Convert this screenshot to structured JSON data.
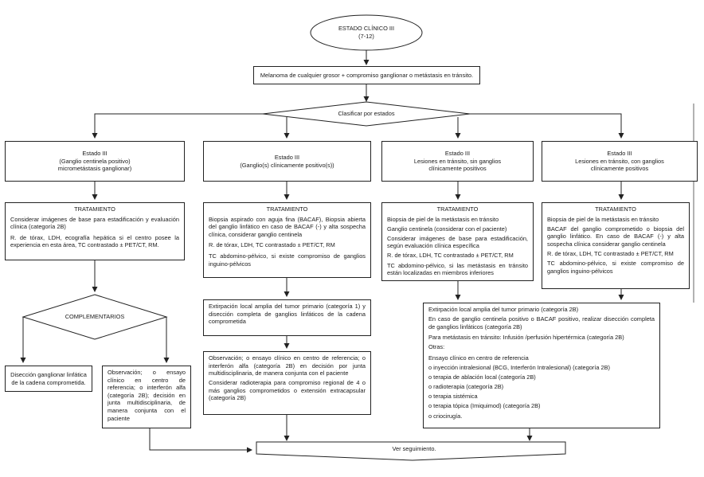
{
  "start": {
    "line1": "ESTADO CLÍNICO III",
    "line2": "(7-12)"
  },
  "melanoma": "Melanoma de cualquier grosor + compromiso ganglionar o metástasis en tránsito.",
  "classify": "Clasificar por estados",
  "stages": [
    {
      "title": "Estado III",
      "lines": [
        "(Ganglio centinela positivo)",
        "micrometástasis ganglionar)"
      ]
    },
    {
      "title": "Estado III",
      "lines": [
        "(Ganglio(s) clínicamente positivo(s))"
      ]
    },
    {
      "title": "Estado III",
      "lines": [
        "Lesiones en tránsito, sin ganglios",
        "clínicamente positivos"
      ]
    },
    {
      "title": "Estado III",
      "lines": [
        "Lesiones en tránsito, con ganglios",
        "clínicamente positivos"
      ]
    }
  ],
  "treatments": [
    {
      "title": "TRATAMIENTO",
      "paras": [
        "Considerar imágenes de base para estadificación y evaluación clínica (categoría 2B)",
        "R. de tórax, LDH, ecografía hepática si el centro posee la experiencia en esta área, TC contrastado ± PET/CT, RM."
      ]
    },
    {
      "title": "TRATAMIENTO",
      "paras": [
        "Biopsia aspirado con aguja fina (BACAF), Biopsia abierta del ganglio linfático en caso de BACAF (-) y alta sospecha clínica, considerar ganglio centinela",
        "R. de tórax, LDH, TC contrastado ± PET/CT, RM",
        "TC abdomino-pélvico, si existe compromiso de ganglios inguino-pélvicos"
      ]
    },
    {
      "title": "TRATAMIENTO",
      "paras": [
        "Biopsia de piel de la metástasis en tránsito",
        "Ganglio centinela (considerar con el paciente)",
        "Considerar imágenes de base para estadificación, según evaluación clínica específica",
        "R. de tórax, LDH, TC contrastado ± PET/CT, RM",
        "TC abdomino-pélvico, si las metástasis en tránsito están localizadas en miembros inferiores"
      ]
    },
    {
      "title": "TRATAMIENTO",
      "paras": [
        "Biopsia de piel de la metástasis en tránsito",
        "BACAF del ganglio comprometido o biopsia del ganglio linfático. En caso de BACAF (-) y alta sospecha clínica considerar ganglio centinela",
        "R. de tórax, LDH, TC contrastado ± PET/CT, RM",
        "TC abdomino-pélvico, si existe compromiso de ganglios inguino-pélvicos"
      ]
    }
  ],
  "complementarios": "COMPLEMENTARIOS",
  "diseccion": "Disección ganglionar linfática de la cadena comprometida.",
  "observacion_left": "Observación; o ensayo clínico en centro de referencia; o interferón alfa (categoría 2B); decisión en junta multidisciplinaria, de manera conjunta con el paciente",
  "extirpacion_mid": "Extirpación local amplia del tumor primario (categoría 1) y disección completa de ganglios linfáticos de la cadena comprometida",
  "observacion_mid": [
    "Observación; o ensayo clínico en centro de referencia; o interferón alfa (categoría 2B) en decisión por junta multidisciplinaria, de manera conjunta con el paciente",
    "Considerar radioterapia para compromiso regional de 4 o más ganglios comprometidos o extensión extracapsular (categoría 2B)"
  ],
  "right_box": {
    "paras": [
      "Extirpación local amplia del tumor primario (categoría 2B)",
      "En caso de ganglio centinela positivo o BACAF positivo, realizar disección completa de ganglios linfáticos (categoría 2B)",
      "Para metástasis en tránsito: Infusión /perfusión hipertérmica (categoría 2B)",
      "Otras:"
    ],
    "options": [
      "Ensayo clínico en centro de referencia",
      "o inyección intralesional (BCG, Interferón Intralesional) (categoría 2B)",
      "o terapia de ablación local (categoría 2B)",
      "o radioterapia (categoría 2B)",
      "o terapia sistémica",
      "o terapia tópica (Imiquimod) (categoría 2B)",
      "o criocirugía."
    ]
  },
  "seguimiento": "Ver seguimiento."
}
